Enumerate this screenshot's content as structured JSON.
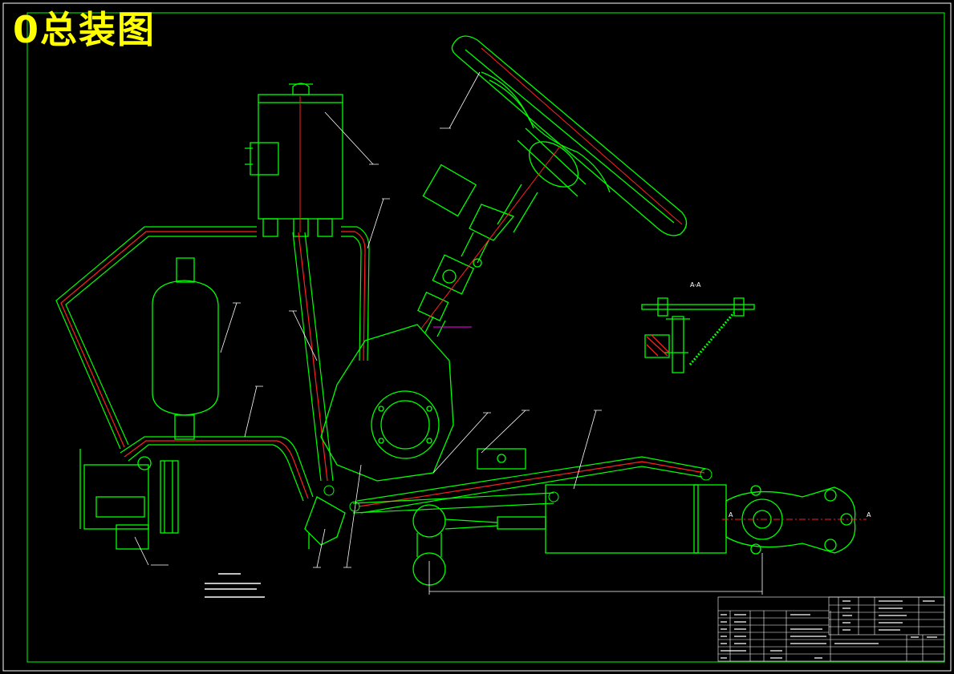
{
  "title": "0总装图",
  "section_label": "A-A",
  "section_marker": "A",
  "colors": {
    "outline": "#00ff00",
    "center_line": "#ff2020",
    "leader": "#ffffff",
    "dim_magenta": "#ff00ff",
    "title_text": "#ffff00",
    "background": "#000000"
  }
}
